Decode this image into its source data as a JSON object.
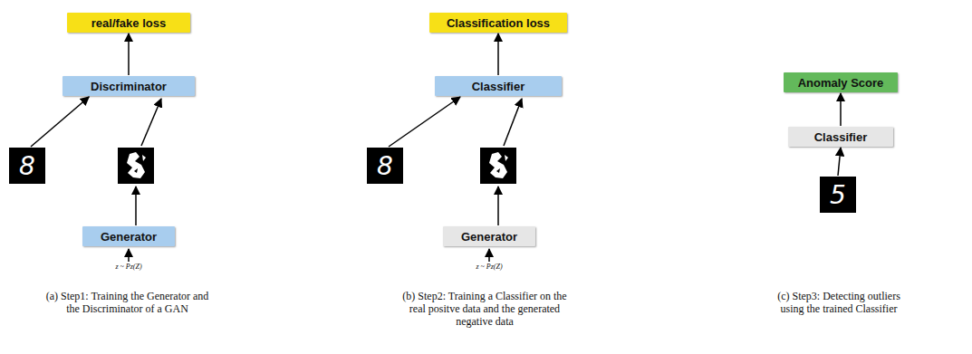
{
  "diagram": {
    "nodes": [
      {
        "text": [
          "real/fake loss"
        ]
      },
      {
        "text": [
          "Discriminator"
        ]
      },
      {
        "text": [
          "8"
        ]
      },
      {
        "text": [
          "Generator"
        ]
      },
      {
        "text": [
          "Classification loss"
        ]
      },
      {
        "text": [
          "Classifier"
        ]
      },
      {
        "text": [
          "8"
        ]
      },
      {
        "text": [
          "Generator"
        ]
      },
      {
        "text": [
          "Anomaly Score"
        ]
      },
      {
        "text": [
          "Classifier"
        ]
      },
      {
        "text": [
          "5"
        ]
      }
    ],
    "edges": [
      {
        "from": 1,
        "to": 0,
        "arrow": "to"
      },
      {
        "from": 2,
        "to": 1,
        "arrow": "to"
      },
      {
        "from": 5,
        "to": 4,
        "arrow": "to"
      },
      {
        "from": 6,
        "to": 5,
        "arrow": "to"
      },
      {
        "from": 9,
        "to": 8,
        "arrow": "to"
      },
      {
        "from": 10,
        "to": 9,
        "arrow": "to"
      }
    ],
    "labels": [
      "z ~ Pz(Z)",
      "z ~ Pz(Z)",
      "(a) Step1: Training the Generator and the Discriminator of a GAN",
      "(b) Step2: Training a Classifier on the real positve data and the generated negative data",
      "(c) Step3: Detecting outliers using the trained Classifier"
    ]
  }
}
